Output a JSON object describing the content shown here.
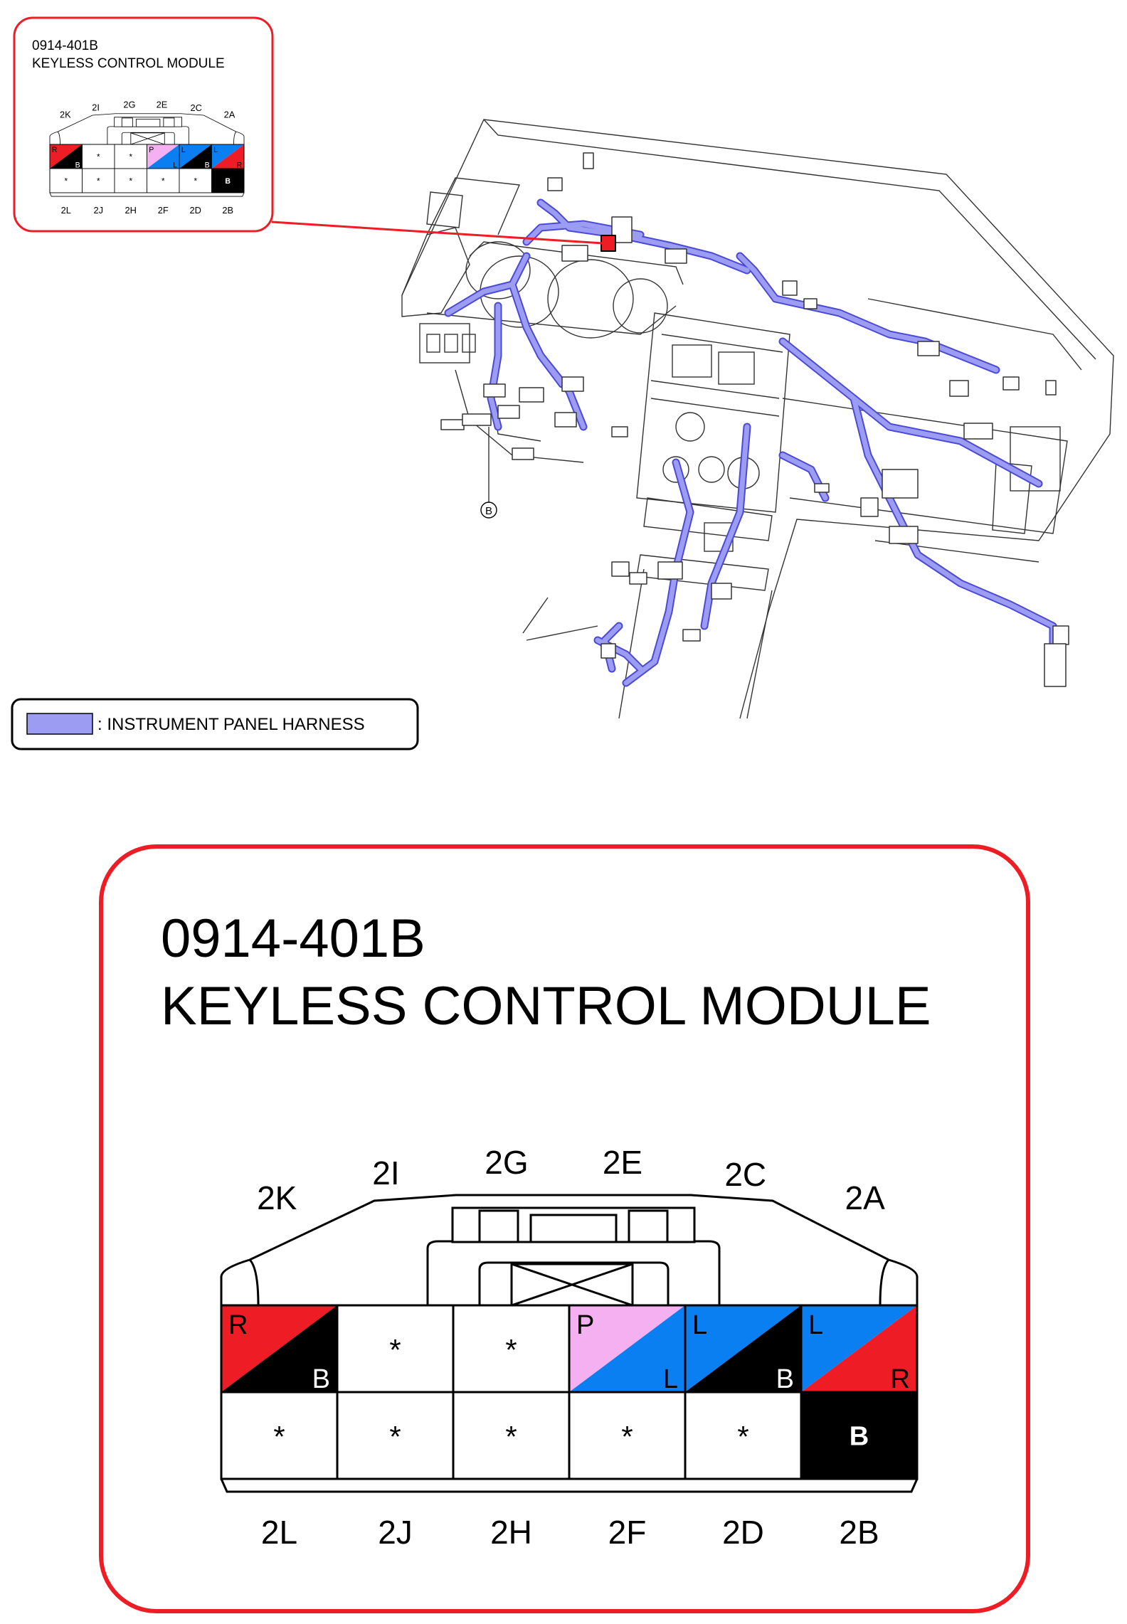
{
  "colors": {
    "red": "#ee1c24",
    "black": "#000000",
    "pink": "#f4b0f0",
    "blue": "#0a7ff2",
    "white": "#ffffff",
    "harness": "#9c9cf2",
    "harness_stroke": "#4a4ad8"
  },
  "connector": {
    "code": "0914-401B",
    "name": "KEYLESS CONTROL MODULE",
    "top_labels": [
      "2K",
      "2I",
      "2G",
      "2E",
      "2C",
      "2A"
    ],
    "bottom_labels": [
      "2L",
      "2J",
      "2H",
      "2F",
      "2D",
      "2B"
    ],
    "upper_row": [
      {
        "pin": "2K",
        "top": "R",
        "bottom": "B",
        "top_color": "red",
        "bottom_color": "black"
      },
      {
        "pin": "2I",
        "mark": "*"
      },
      {
        "pin": "2G",
        "mark": "*"
      },
      {
        "pin": "2E",
        "top": "P",
        "bottom": "L",
        "top_color": "pink",
        "bottom_color": "blue"
      },
      {
        "pin": "2C",
        "top": "L",
        "bottom": "B",
        "top_color": "blue",
        "bottom_color": "black"
      },
      {
        "pin": "2A",
        "top": "L",
        "bottom": "R",
        "top_color": "blue",
        "bottom_color": "red"
      }
    ],
    "lower_row": [
      {
        "pin": "2L",
        "mark": "*"
      },
      {
        "pin": "2J",
        "mark": "*"
      },
      {
        "pin": "2H",
        "mark": "*"
      },
      {
        "pin": "2F",
        "mark": "*"
      },
      {
        "pin": "2D",
        "mark": "*"
      },
      {
        "pin": "2B",
        "solid": "B",
        "solid_color": "black"
      }
    ]
  },
  "legend": {
    "label": ": INSTRUMENT PANEL HARNESS",
    "swatch_color": "harness"
  },
  "callout_marker": "B"
}
